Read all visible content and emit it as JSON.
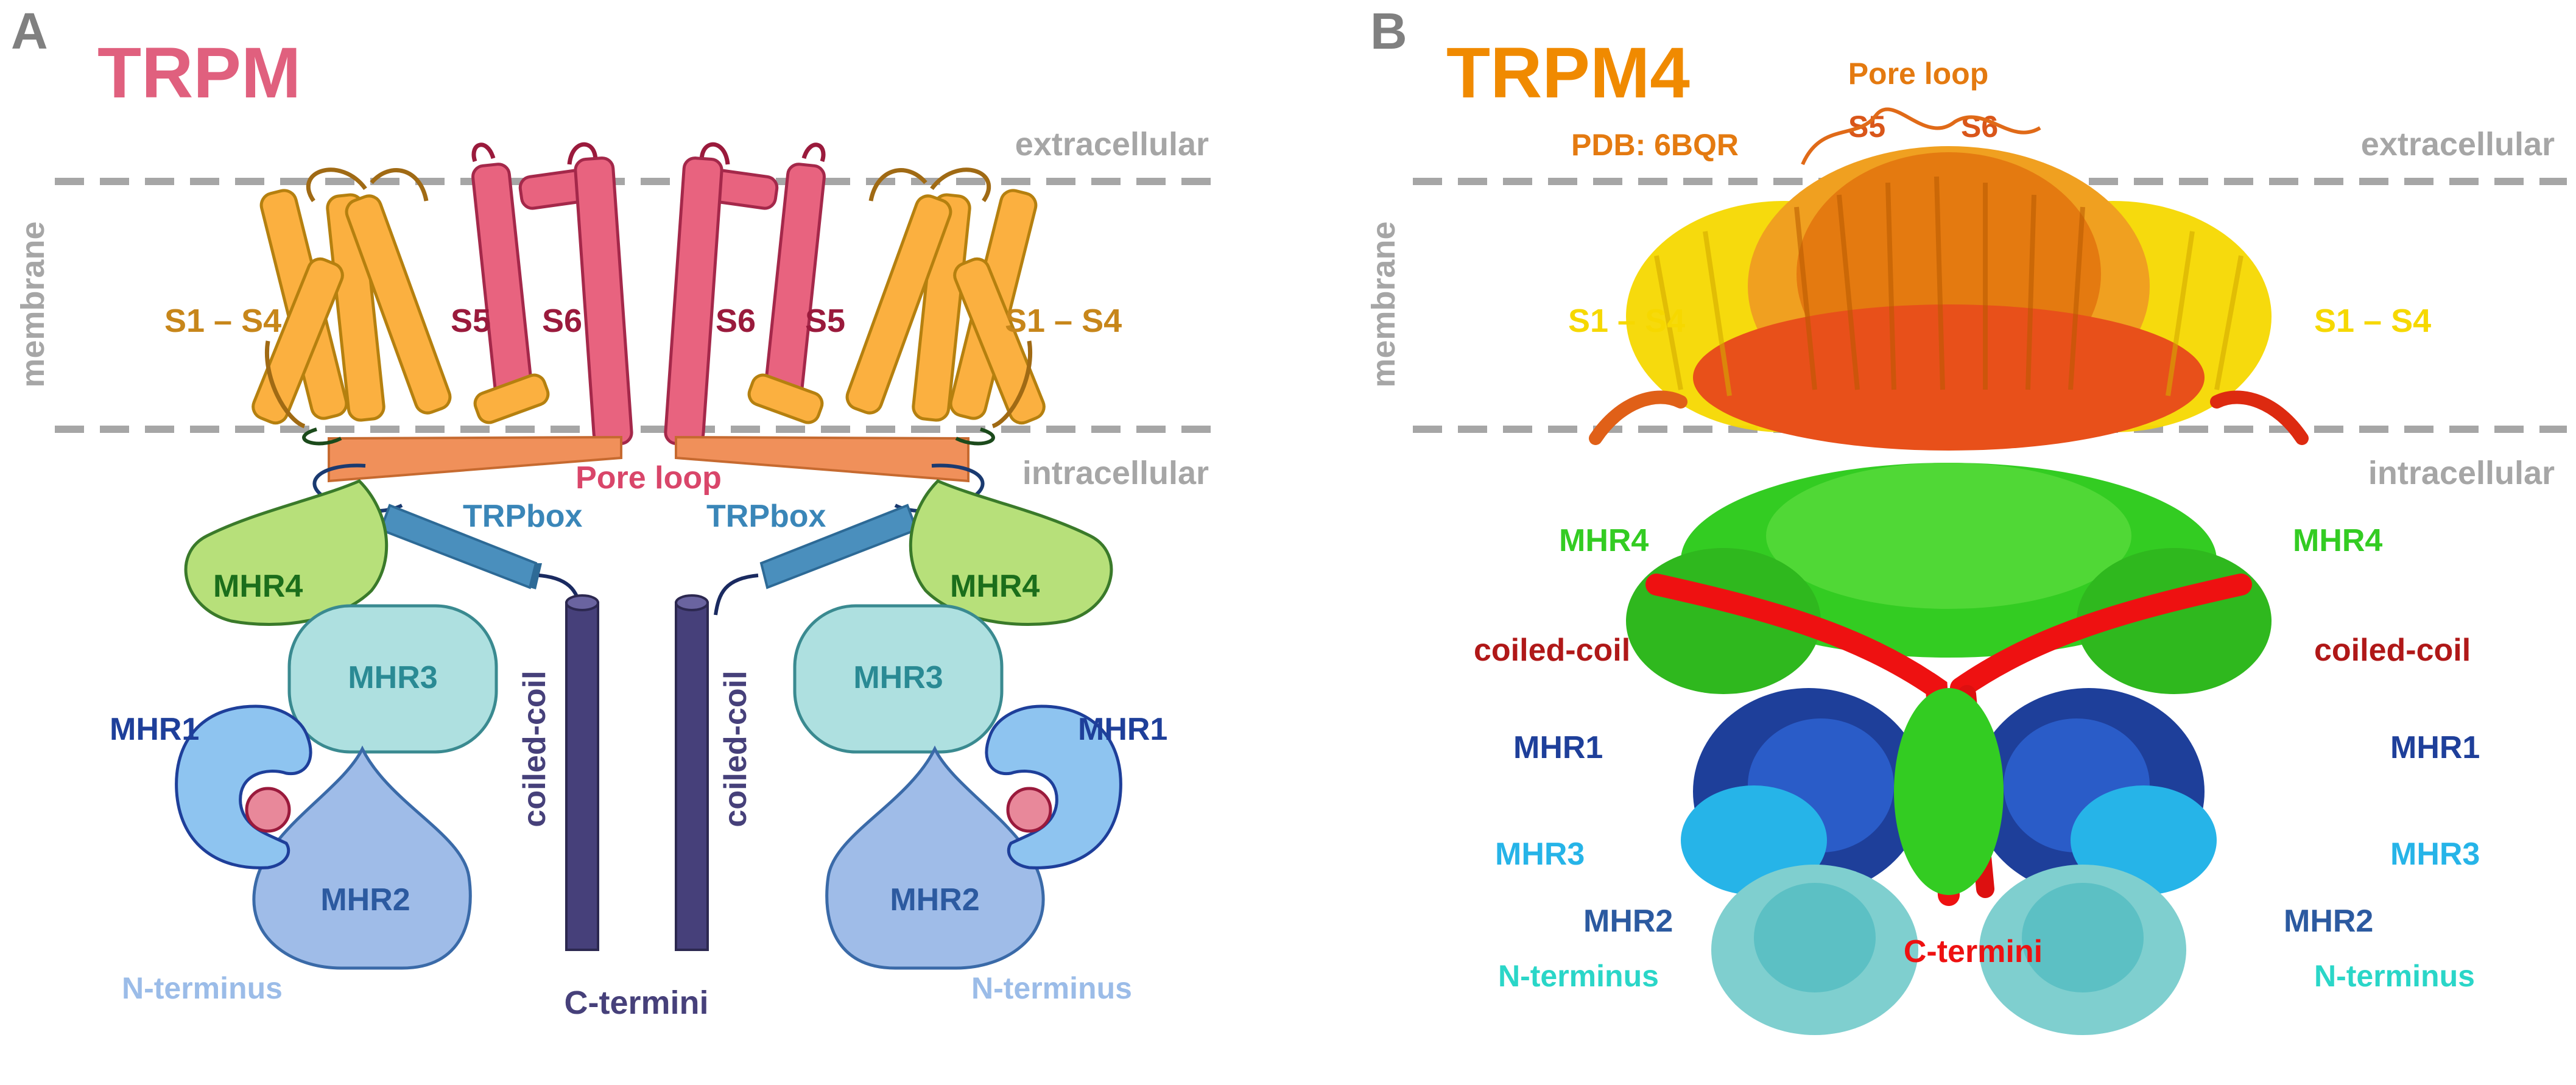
{
  "colors": {
    "membrane_line": "#a6a6a6",
    "trpm_title": "#e0607e",
    "trpm4_title": "#f08a00",
    "s1s4_fill": "#fbb040",
    "s1s4_label": "#c7861a",
    "s5s6_fill": "#e8637f",
    "s5s6_label": "#9a1a3c",
    "linker": "#f0905a",
    "trpbox": "#4a8fbd",
    "mhr4_fill": "#b7e07a",
    "mhr4_label": "#1b6e1b",
    "mhr3_fill": "#aee0e0",
    "mhr3_label": "#2a8a94",
    "mhr1_fill": "#8ec4f0",
    "mhr1_label": "#1e3f9a",
    "mhr2_fill": "#9fbce8",
    "mhr2_label": "#2c5aa0",
    "coiled_fill": "#46407a",
    "n_term": "#9bbce8",
    "pore_loop_label": "#d9466a",
    "b_yellow": "#f6d800",
    "b_orange": "#e47a10",
    "b_green": "#33cc22",
    "b_darkred": "#b01818",
    "b_red": "#ee1111",
    "b_blue": "#1e3f9a",
    "b_cyan": "#26b4e8",
    "b_teal": "#2ad6c8"
  },
  "panelA": {
    "letter": "A",
    "title": "TRPM",
    "extracellular": "extracellular",
    "membrane": "membrane",
    "intracellular": "intracellular",
    "s1s4_left": "S1 – S4",
    "s1s4_right": "S1 – S4",
    "s5_left": "S5",
    "s6_left": "S6",
    "s6_right": "S6",
    "s5_right": "S5",
    "pore_loop": "Pore loop",
    "trpbox_left": "TRPbox",
    "trpbox_right": "TRPbox",
    "mhr4_left": "MHR4",
    "mhr4_right": "MHR4",
    "mhr3_left": "MHR3",
    "mhr3_right": "MHR3",
    "mhr1_left": "MHR1",
    "mhr1_right": "MHR1",
    "mhr2_left": "MHR2",
    "mhr2_right": "MHR2",
    "coiled_left": "coiled-coil",
    "coiled_right": "coiled-coil",
    "n_term_left": "N-terminus",
    "n_term_right": "N-terminus",
    "c_termini": "C-termini"
  },
  "panelB": {
    "letter": "B",
    "title": "TRPM4",
    "pdb": "PDB: 6BQR",
    "pore_loop": "Pore loop",
    "s5": "S5",
    "s6": "S6",
    "extracellular": "extracellular",
    "membrane": "membrane",
    "intracellular": "intracellular",
    "s1s4_left": "S1 – S4",
    "s1s4_right": "S1 – S4",
    "mhr4_left": "MHR4",
    "mhr4_right": "MHR4",
    "coiled_left": "coiled-coil",
    "coiled_right": "coiled-coil",
    "mhr1_left": "MHR1",
    "mhr1_right": "MHR1",
    "mhr3_left": "MHR3",
    "mhr3_right": "MHR3",
    "mhr2_left": "MHR2",
    "mhr2_right": "MHR2",
    "n_term_left": "N-terminus",
    "n_term_right": "N-terminus",
    "c_termini": "C-termini"
  }
}
